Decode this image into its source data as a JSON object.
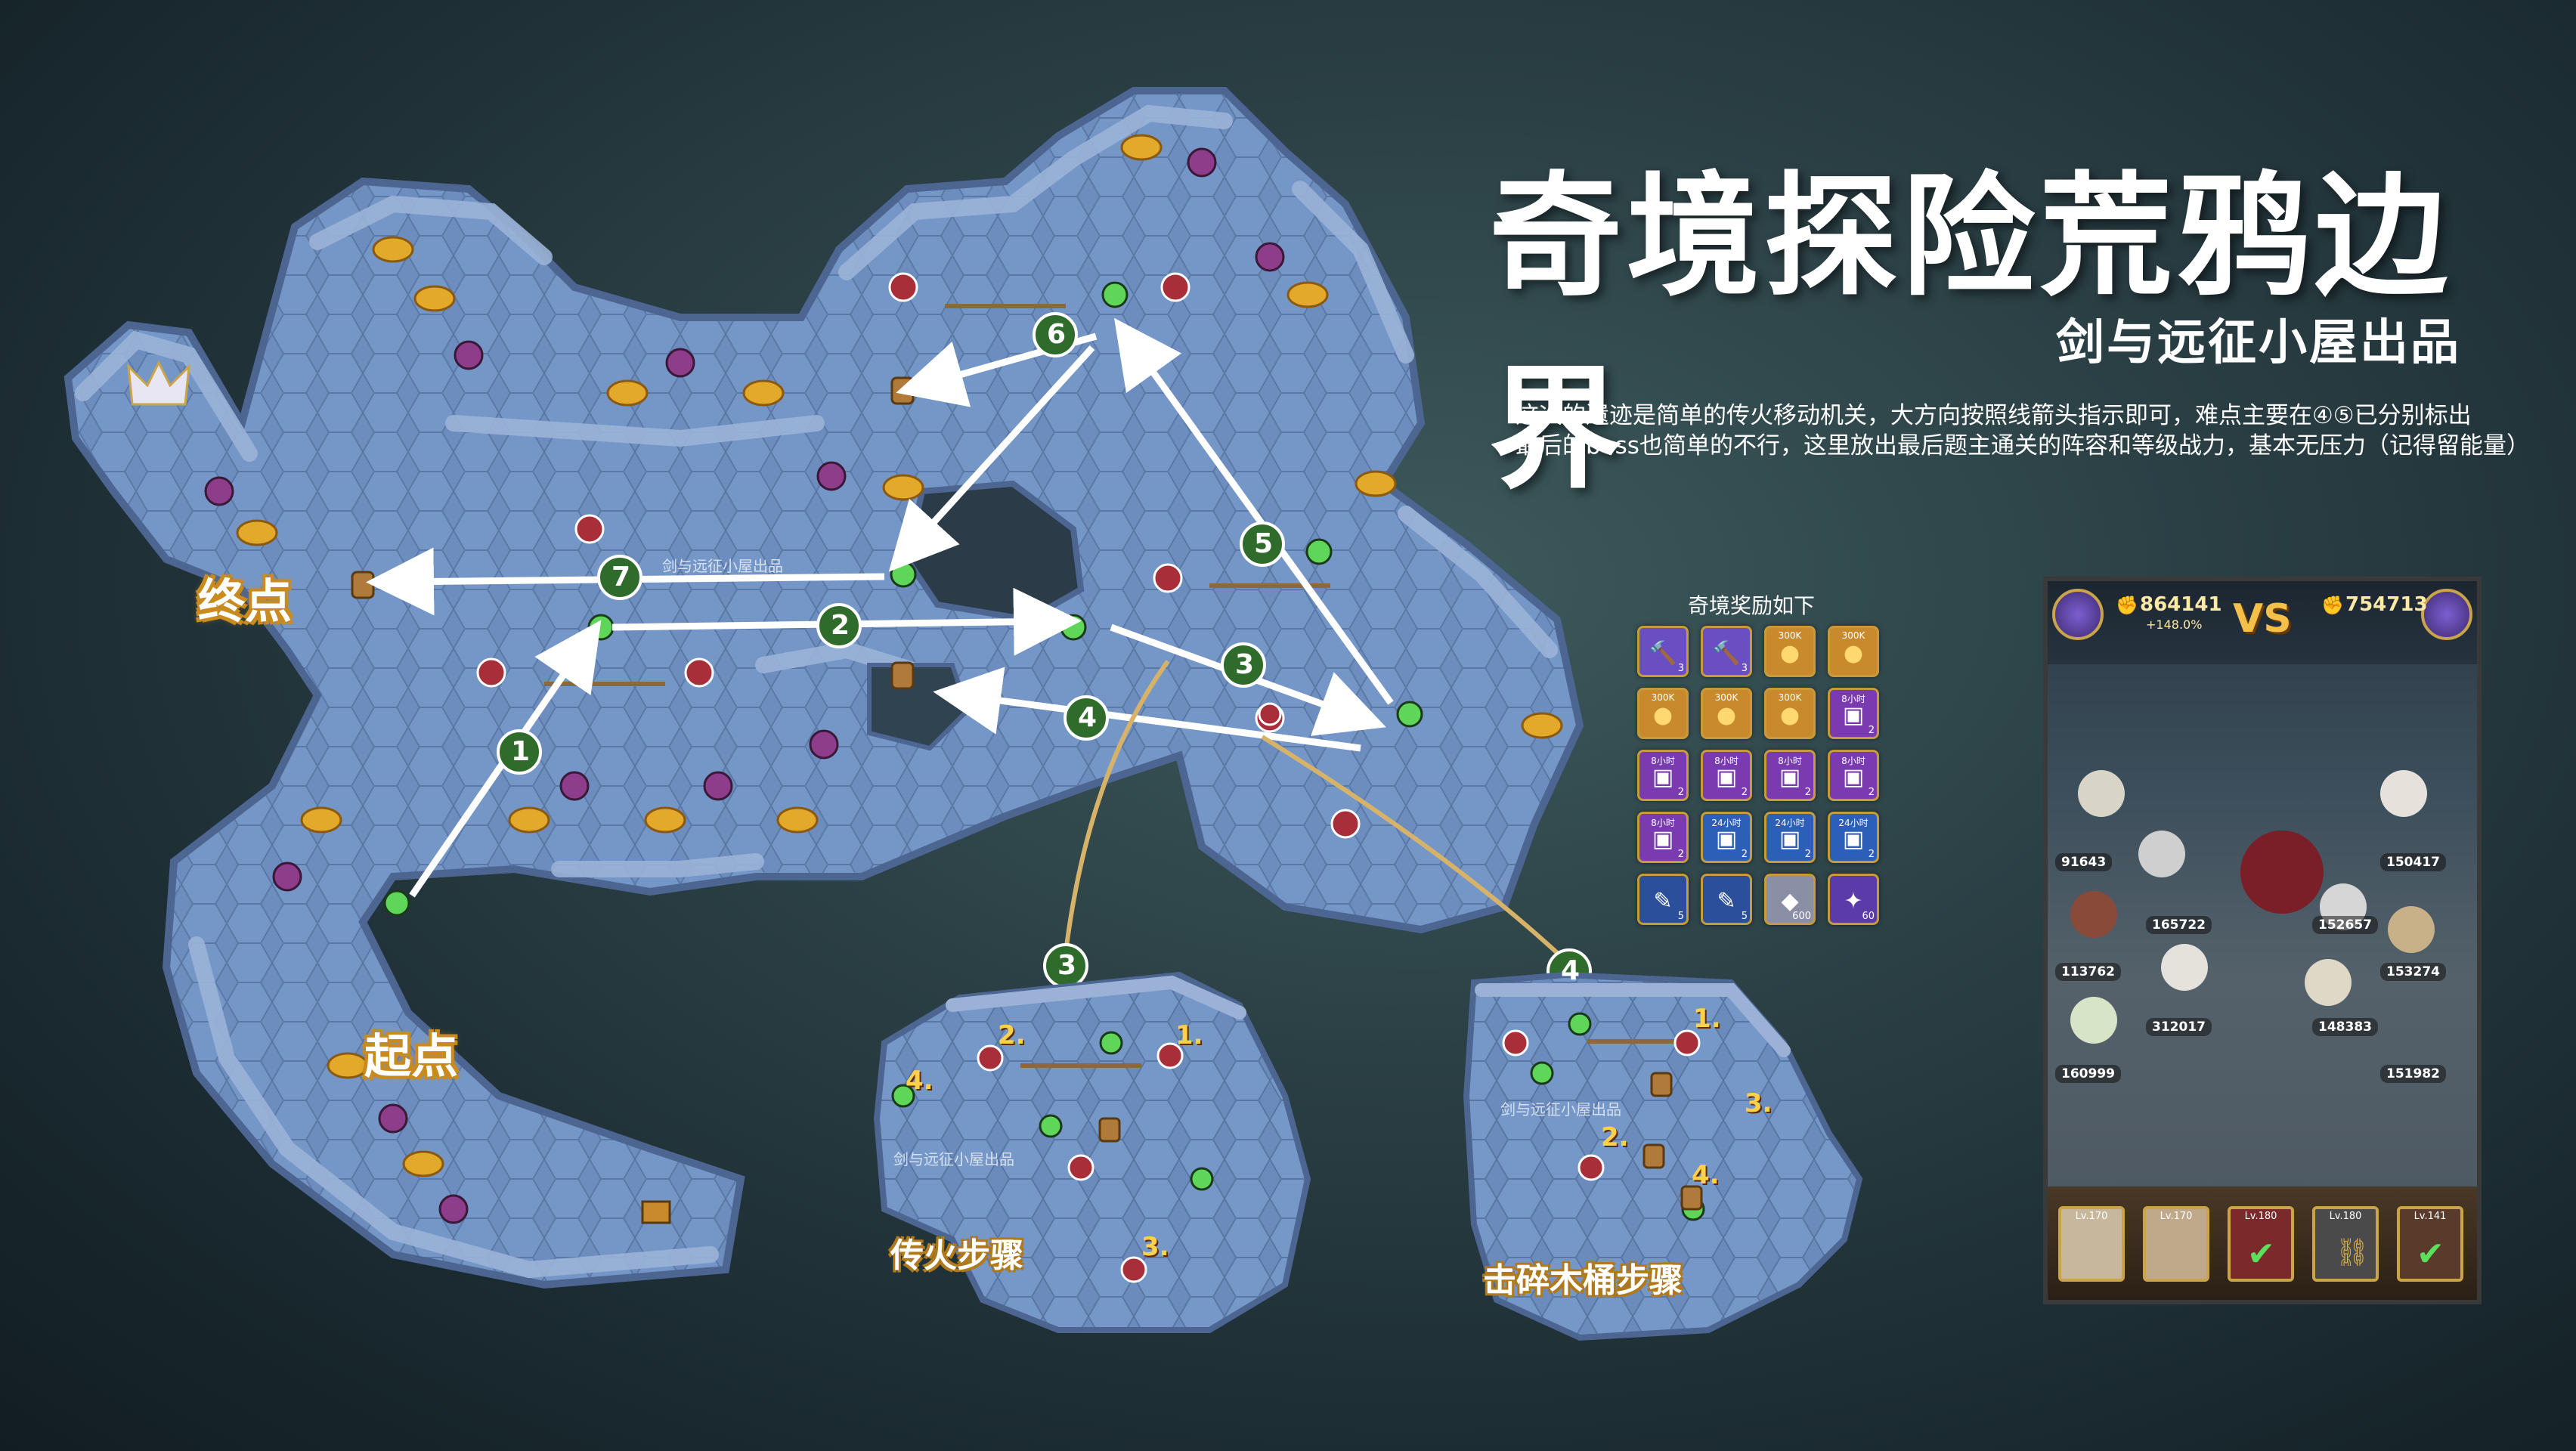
{
  "header": {
    "title": "奇境探险荒鸦边界",
    "subtitle": "剑与远征小屋出品",
    "description_line1": "这次的遗迹是简单的传火移动机关，大方向按照线箭头指示即可，难点主要在④⑤已分别标出",
    "description_line2": "最后的boss也简单的不行，这里放出最后题主通关的阵容和等级战力，基本无压力（记得留能量）"
  },
  "map": {
    "start_label": "起点",
    "end_label": "终点",
    "watermark": "剑与远征小屋出品",
    "route_steps": [
      "1",
      "2",
      "3",
      "4",
      "5",
      "6",
      "7"
    ],
    "colors": {
      "tile": "#6e8fc0",
      "tile_dark": "#4a6694",
      "wall": "#8fa6cc",
      "arrow": "#ffffff",
      "callout_line": "#d7b36a",
      "step_circle": "#2f6b2a"
    }
  },
  "insets": {
    "inset_3": {
      "badge": "3",
      "caption": "传火步骤",
      "watermark": "剑与远征小屋出品",
      "steps": [
        "1.",
        "2.",
        "3.",
        "4."
      ]
    },
    "inset_4": {
      "badge": "4",
      "caption": "击碎木桶步骤",
      "watermark": "剑与远征小屋出品",
      "steps": [
        "1.",
        "2.",
        "3.",
        "4."
      ]
    }
  },
  "rewards": {
    "title": "奇境奖励如下",
    "items": [
      {
        "icon": "hammer-icon",
        "count": "3",
        "tag": "",
        "color": "#6a4fc2"
      },
      {
        "icon": "hammer-icon",
        "count": "3",
        "tag": "",
        "color": "#6a4fc2"
      },
      {
        "icon": "gold-coin-icon",
        "count": "",
        "tag": "300K",
        "color": "#c98a2e"
      },
      {
        "icon": "gold-coin-icon",
        "count": "",
        "tag": "300K",
        "color": "#c98a2e"
      },
      {
        "icon": "gold-coin-icon",
        "count": "",
        "tag": "300K",
        "color": "#c98a2e"
      },
      {
        "icon": "gold-coin-icon",
        "count": "",
        "tag": "300K",
        "color": "#c98a2e"
      },
      {
        "icon": "gold-coin-icon",
        "count": "",
        "tag": "300K",
        "color": "#c98a2e"
      },
      {
        "icon": "chest-icon",
        "count": "2",
        "tag": "8小时",
        "color": "#7a3bb0"
      },
      {
        "icon": "chest-icon",
        "count": "2",
        "tag": "8小时",
        "color": "#7a3bb0"
      },
      {
        "icon": "chest-icon",
        "count": "2",
        "tag": "8小时",
        "color": "#7a3bb0"
      },
      {
        "icon": "chest-icon",
        "count": "2",
        "tag": "8小时",
        "color": "#7a3bb0"
      },
      {
        "icon": "chest-icon",
        "count": "2",
        "tag": "8小时",
        "color": "#7a3bb0"
      },
      {
        "icon": "chest-icon",
        "count": "2",
        "tag": "8小时",
        "color": "#7a3bb0"
      },
      {
        "icon": "chest-blue-icon",
        "count": "2",
        "tag": "24小时",
        "color": "#2b5fb8"
      },
      {
        "icon": "chest-blue-icon",
        "count": "2",
        "tag": "24小时",
        "color": "#2b5fb8"
      },
      {
        "icon": "chest-blue-icon",
        "count": "2",
        "tag": "24小时",
        "color": "#2b5fb8"
      },
      {
        "icon": "scroll-icon",
        "count": "5",
        "tag": "",
        "color": "#2b4f9a"
      },
      {
        "icon": "scroll-icon",
        "count": "5",
        "tag": "",
        "color": "#2b4f9a"
      },
      {
        "icon": "diamond-icon",
        "count": "600",
        "tag": "",
        "color": "#8a8fa6"
      },
      {
        "icon": "dust-icon",
        "count": "60",
        "tag": "",
        "color": "#5b3ba8"
      }
    ]
  },
  "battle": {
    "left_power": "864141",
    "left_bonus": "+148.0%",
    "vs": "VS",
    "right_power": "754713",
    "unit_powers_left": [
      "91643",
      "165722",
      "113762",
      "312017",
      "160999"
    ],
    "unit_powers_right": [
      "150417",
      "152657",
      "153274",
      "148383",
      "151982"
    ],
    "team_levels": [
      "Lv.170",
      "Lv.170",
      "Lv.180",
      "Lv.180",
      "Lv.141"
    ]
  }
}
